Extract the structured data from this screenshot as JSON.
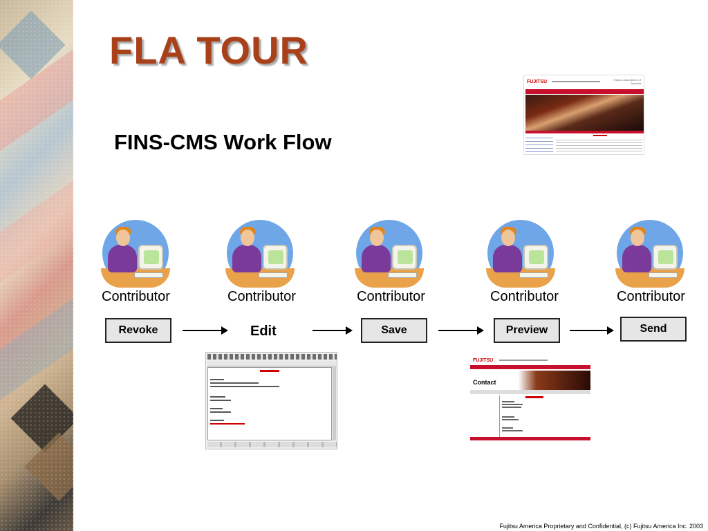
{
  "slide": {
    "title": "FLA TOUR",
    "subtitle": "FINS-CMS Work Flow",
    "footer": "Fujitsu America Proprietary and Confidential, (c) Fujitsu America Inc. 2003"
  },
  "contributors": [
    {
      "label": "Contributor"
    },
    {
      "label": "Contributor"
    },
    {
      "label": "Contributor"
    },
    {
      "label": "Contributor"
    },
    {
      "label": "Contributor"
    }
  ],
  "workflow": {
    "revoke_label": "Revoke",
    "edit_label": "Edit",
    "save_label": "Save",
    "preview_label": "Preview",
    "send_label": "Send"
  },
  "colors": {
    "title": "#a8401a",
    "brand_red": "#c8102e",
    "button_bg": "#e6e6e6"
  }
}
